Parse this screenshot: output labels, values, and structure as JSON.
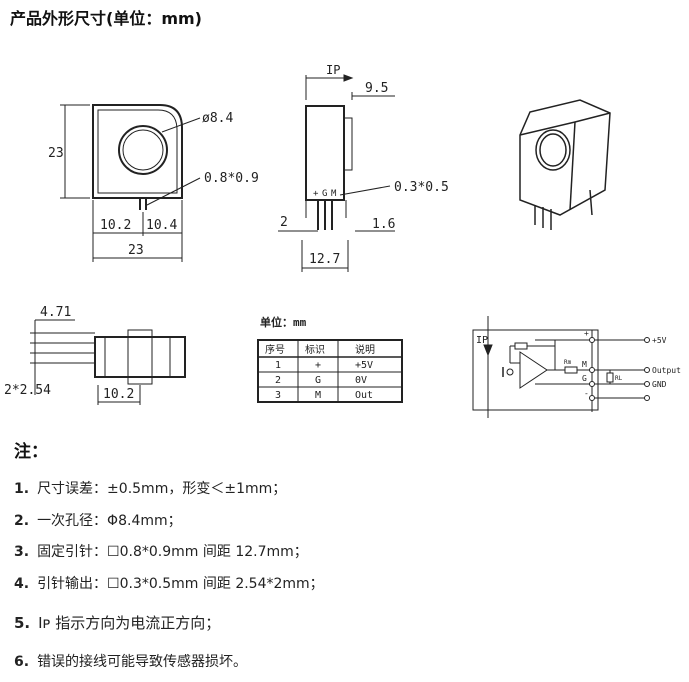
{
  "title": "产品外形尺寸(单位：mm)",
  "front_view": {
    "height": "23",
    "hole": "ø8.4",
    "pin": "0.8*0.9",
    "left_half": "10.2",
    "right_half": "10.4",
    "width": "23"
  },
  "side_view": {
    "ip": "IP",
    "depth": "9.5",
    "pin_labels": [
      "+",
      "G",
      "M"
    ],
    "pin": "0.3*0.5",
    "left_offset": "2",
    "right_offset": "1.6",
    "spacing": "12.7"
  },
  "bottom_view": {
    "offset": "4.71",
    "pitch": "2*2.54",
    "width": "10.2"
  },
  "pin_table": {
    "unit": "单位：mm",
    "headers": [
      "序号",
      "标识",
      "说明"
    ],
    "rows": [
      [
        "1",
        "+",
        "+5V"
      ],
      [
        "2",
        "G",
        "0V"
      ],
      [
        "3",
        "M",
        "Out"
      ]
    ]
  },
  "circuit": {
    "ip": "IP",
    "plus": "+",
    "m": "M",
    "g": "G",
    "minus": "-",
    "rm": "Rm",
    "rl": "RL",
    "v5": "+5V",
    "output": "Output",
    "gnd": "GND"
  },
  "notes": {
    "heading": "注：",
    "items": [
      {
        "num": "1.",
        "text": "尺寸误差：±0.5mm，形变＜±1mm；"
      },
      {
        "num": "2.",
        "text": "一次孔径：Φ8.4mm；"
      },
      {
        "num": "3.",
        "text": "固定引针：☐0.8*0.9mm  间距 12.7mm；"
      },
      {
        "num": "4.",
        "text": "引针输出：☐0.3*0.5mm  间距 2.54*2mm；"
      },
      {
        "num": "5.",
        "text": "Iᴘ 指示方向为电流正方向；"
      },
      {
        "num": "6.",
        "text": "错误的接线可能导致传感器损坏。"
      }
    ]
  }
}
